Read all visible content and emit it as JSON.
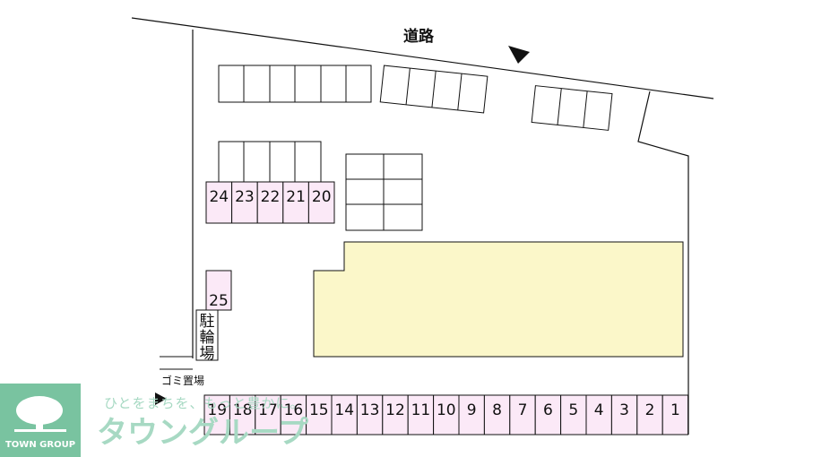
{
  "road_label": "道路",
  "bike_parking_label": [
    "駐",
    "輪",
    "場"
  ],
  "garbage_label": "ゴミ置場",
  "top_row_slots": [
    "24",
    "23",
    "22",
    "21",
    "20"
  ],
  "bottom_row_slots": [
    "19",
    "18",
    "17",
    "16",
    "15",
    "14",
    "13",
    "12",
    "11",
    "10",
    "9",
    "8",
    "7",
    "6",
    "5",
    "4",
    "3",
    "2",
    "1"
  ],
  "single_slot": "25",
  "watermark": {
    "tagline": "ひとをまちを、もっと豊かに。",
    "brand": "タウングループ",
    "logo_text": "TOWN GROUP"
  },
  "colors": {
    "building": "#fbf7c9",
    "numbered_slot": "#fbe9f7",
    "watermark": "#a7d9c3",
    "logo_bg": "#79c3a0"
  }
}
